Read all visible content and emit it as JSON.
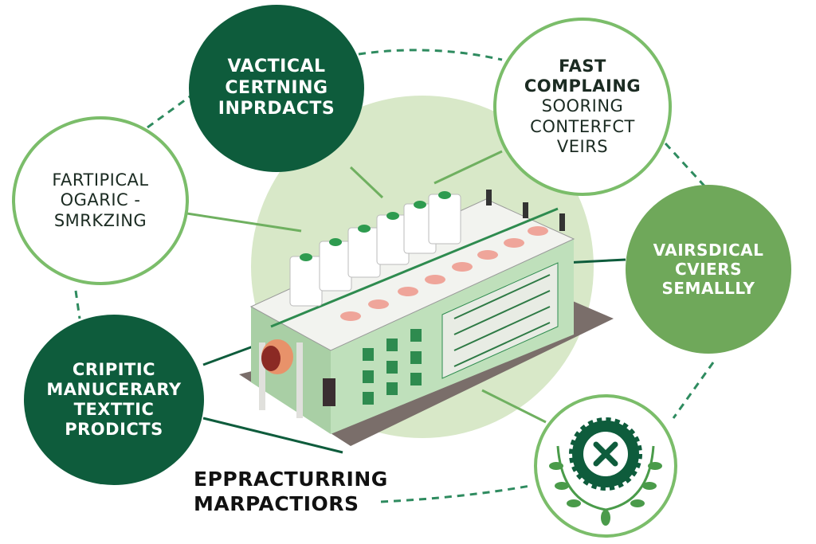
{
  "diagram": {
    "nodes": [
      {
        "id": "top-center",
        "style": "dark",
        "lines": [
          "VACTICAL",
          "CERTNING",
          "INPRDACTS"
        ]
      },
      {
        "id": "top-right",
        "style": "outline",
        "lines": [
          "FAST",
          "COMPLAING",
          "SOORING",
          "CONTERFCT",
          "VEIRS"
        ],
        "bold_lines": 2
      },
      {
        "id": "left",
        "style": "outline",
        "lines": [
          "FARTIPICAL",
          "OGARIC -",
          "SMRKZING"
        ]
      },
      {
        "id": "bottom-left",
        "style": "dark",
        "lines": [
          "CRIPITIC",
          "MANUCERARY",
          "TEXTTIC",
          "PRODICTS"
        ]
      },
      {
        "id": "right",
        "style": "mid",
        "lines": [
          "VAIRSDICAL",
          "CVIERS",
          "SEMALLLY"
        ]
      },
      {
        "id": "badge",
        "style": "emblem",
        "icon": "gear-laurel-emblem-icon"
      }
    ],
    "bottom_label": [
      "EPPRACTURRING",
      "MARPACTIORS"
    ],
    "center_illustration": "textile-factory-illustration"
  },
  "colors": {
    "dark_green": "#0e5c3c",
    "mid_green": "#6fa85a",
    "light_green": "#7bbd6a",
    "halo": "#d8e8c8",
    "dash": "#2e8b5f"
  }
}
